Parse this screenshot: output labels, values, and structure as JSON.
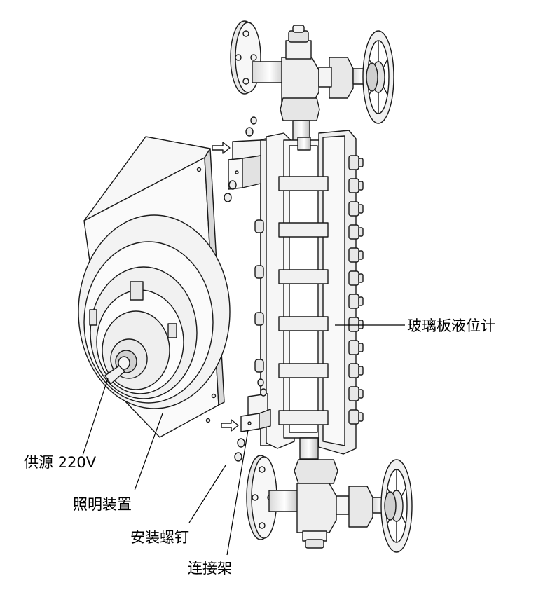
{
  "labels": {
    "level_gauge": "玻璃板液位计",
    "power_supply": "供源 220V",
    "lighting_device": "照明装置",
    "mounting_screw": "安装螺钉",
    "connecting_bracket": "连接架"
  },
  "colors": {
    "line": "#1a1a1a",
    "fill_light": "#f4f4f4",
    "fill_mid": "#e2e2e2",
    "fill_dark": "#9a9a9a"
  }
}
